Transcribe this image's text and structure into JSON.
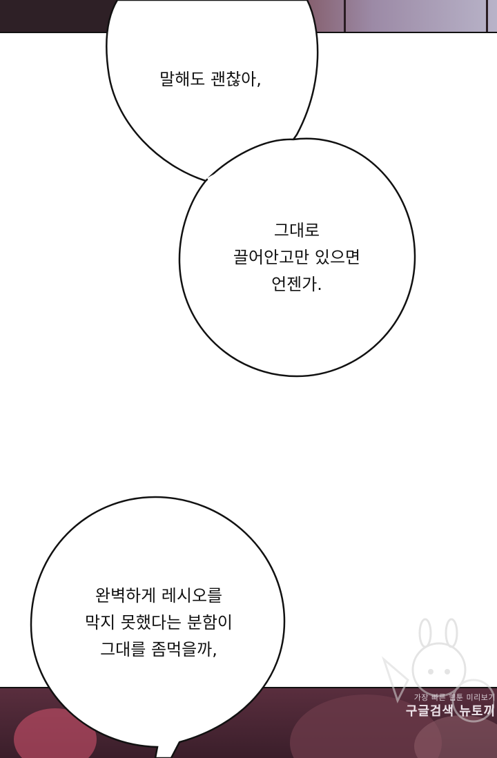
{
  "bubbles": {
    "first": {
      "line1": "말해도 괜찮아,"
    },
    "second": {
      "line1": "그대로",
      "line2": "끌어안고만 있으면",
      "line3": "언젠가."
    },
    "third": {
      "line1": "완벽하게 레시오를",
      "line2": "막지 못했다는 분함이",
      "line3": "그대를 좀먹을까,"
    }
  },
  "watermark": {
    "line1": "가장 빠른 웹툰 미리보기",
    "line2": "구글검색 뉴토끼"
  },
  "colors": {
    "outline": "#111111",
    "bubble_fill": "#ffffff"
  }
}
